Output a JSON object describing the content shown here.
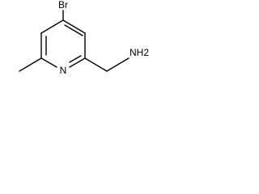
{
  "structure": {
    "atoms": {
      "bromine": "Br",
      "ring_nitrogen": "N",
      "amine": "NH2"
    }
  }
}
